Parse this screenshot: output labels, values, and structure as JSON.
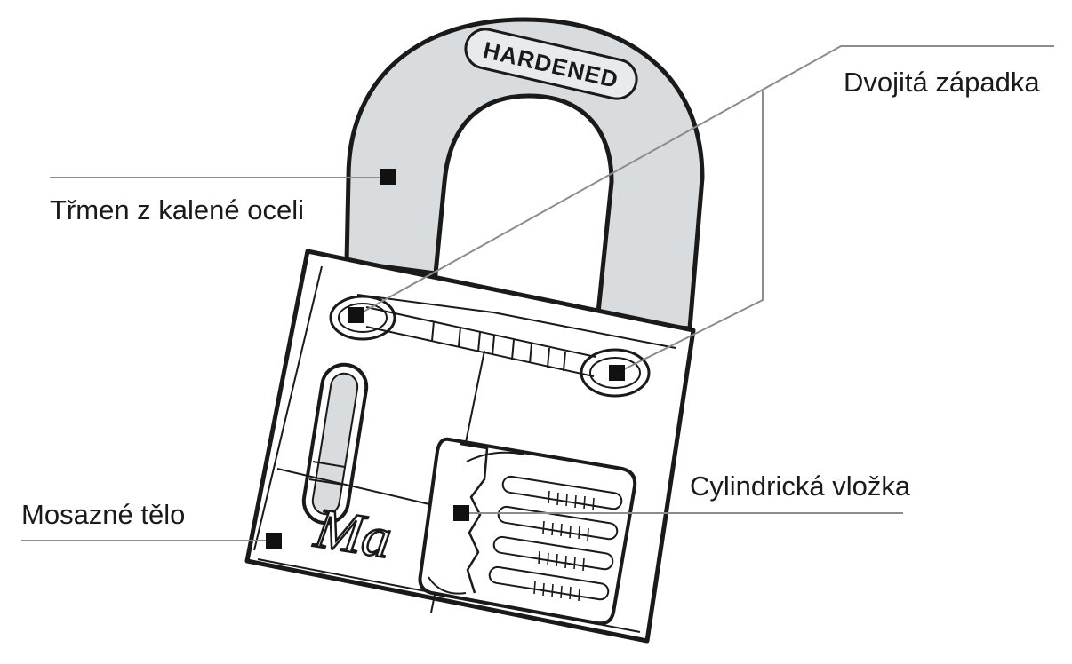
{
  "labels": {
    "shackle": "Třmen z kalené oceli",
    "double_latch": "Dvojitá západka",
    "cylinder": "Cylindrická vložka",
    "body": "Mosazné tělo"
  },
  "engraving": {
    "shackle_text": "HARDENED",
    "body_logo": "Ma"
  },
  "colors": {
    "outline": "#1a1a1a",
    "shackle_fill": "#d9dcdf",
    "leader_line": "#8c8c8c",
    "marker": "#111111",
    "body_fill": "#ffffff"
  }
}
